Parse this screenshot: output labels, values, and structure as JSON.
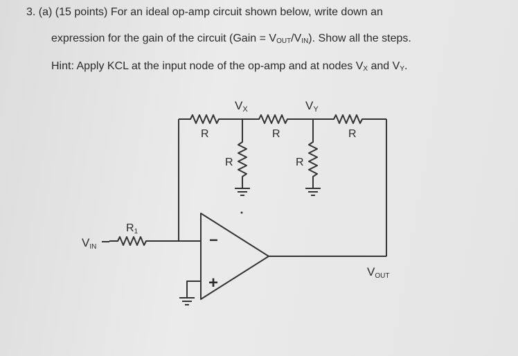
{
  "question": {
    "line1": "3.  (a) (15 points) For an ideal op-amp circuit shown below, write down an",
    "line2_pre": "expression for the gain of the circuit (Gain = V",
    "line2_sub1": "OUT",
    "line2_mid": "/V",
    "line2_sub2": "IN",
    "line2_post": "). Show all the steps.",
    "line3_pre": "Hint: Apply KCL at the input node of the op-amp and at nodes V",
    "line3_sub1": "X",
    "line3_mid": " and V",
    "line3_sub2": "Y",
    "line3_post": "."
  },
  "circuit": {
    "vx_main": "V",
    "vx_sub": "X",
    "vy_main": "V",
    "vy_sub": "Y",
    "r_top1": "R",
    "r_top2": "R",
    "r_top3": "R",
    "r_shunt1": "R",
    "r_shunt2": "R",
    "r1_main": "R",
    "r1_sub": "1",
    "vin_main": "V",
    "vin_sub": "IN",
    "vout_main": "V",
    "vout_sub": "OUT",
    "inv_sign": "−",
    "noninv_sign": "+"
  }
}
